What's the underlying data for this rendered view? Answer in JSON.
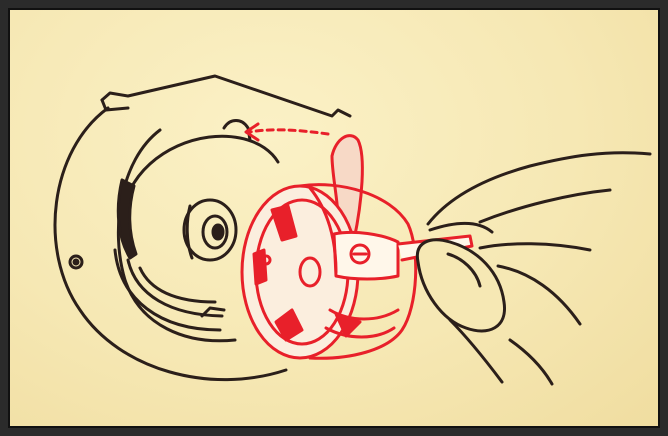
{
  "figure": {
    "colors": {
      "paper": "#f6e8b4",
      "ink": "#2b1f1a",
      "highlight": "#e8202a"
    },
    "parts": [
      {
        "name": "hook-race-assembly",
        "color": "ink"
      },
      {
        "name": "bobbin-case",
        "color": "highlight"
      },
      {
        "name": "bobbin-case-latch",
        "color": "highlight"
      },
      {
        "name": "insertion-arrow",
        "color": "highlight"
      },
      {
        "name": "hand",
        "color": "ink"
      }
    ]
  }
}
